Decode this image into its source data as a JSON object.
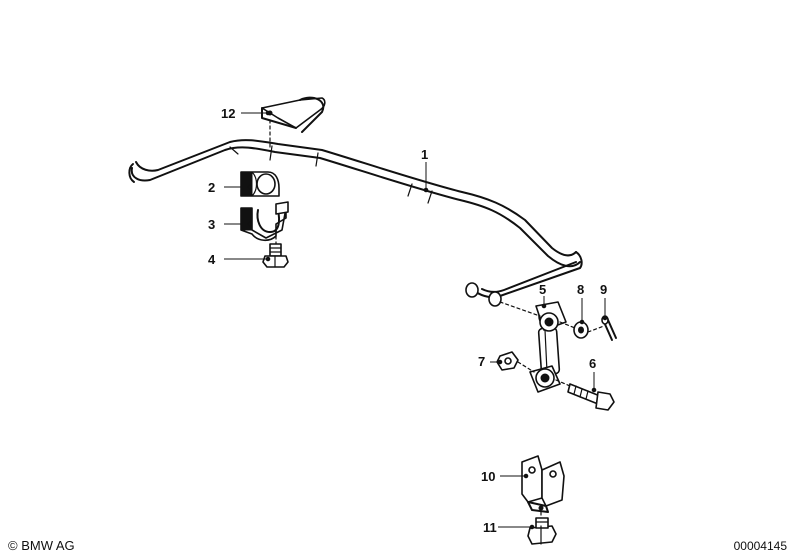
{
  "callouts": [
    {
      "number": "1",
      "part": "stabilizer bar"
    },
    {
      "number": "2",
      "part": "rubber mounting"
    },
    {
      "number": "3",
      "part": "bracket"
    },
    {
      "number": "4",
      "part": "hex bolt"
    },
    {
      "number": "5",
      "part": "stabilizer link"
    },
    {
      "number": "6",
      "part": "hex bolt"
    },
    {
      "number": "7",
      "part": "self-locking hex nut"
    },
    {
      "number": "8",
      "part": "washer"
    },
    {
      "number": "9",
      "part": "cotter pin"
    },
    {
      "number": "10",
      "part": "bracket"
    },
    {
      "number": "11",
      "part": "hex nut"
    },
    {
      "number": "12",
      "part": "clip"
    }
  ],
  "footer": {
    "copyright": "© BMW AG",
    "document_number": "00004145"
  }
}
